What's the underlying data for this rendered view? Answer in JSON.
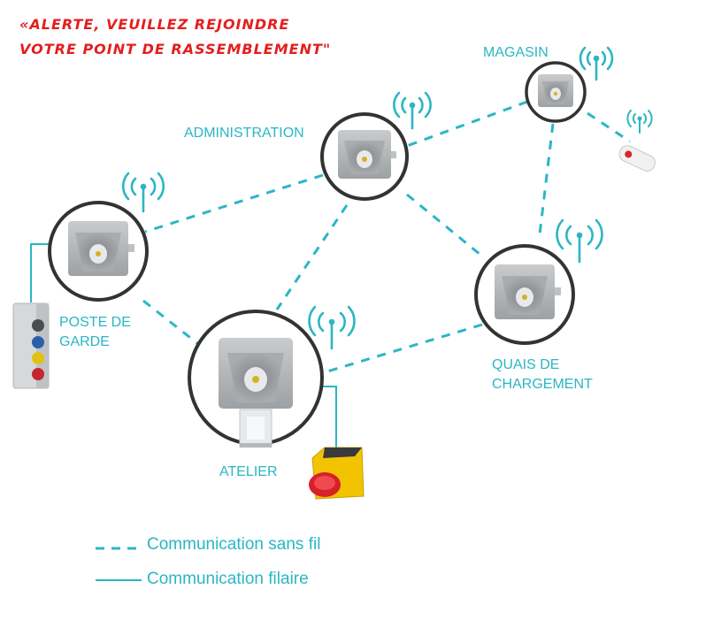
{
  "alert": {
    "line1": "«ALERTE, VEUILLEZ REJOINDRE",
    "line2": "VOTRE POINT DE RASSEMBLEMENT\""
  },
  "nodes": {
    "magasin": "MAGASIN",
    "administration": "ADMINISTRATION",
    "poste_line1": "POSTE DE",
    "poste_line2": "GARDE",
    "quais_line1": "QUAIS DE",
    "quais_line2": "CHARGEMENT",
    "atelier": "ATELIER"
  },
  "legend": {
    "wireless": "Communication sans fil",
    "wired": "Communication filaire"
  },
  "colors": {
    "accent": "#2bb6c4",
    "alert": "#e41e1e",
    "ring": "#333333"
  }
}
